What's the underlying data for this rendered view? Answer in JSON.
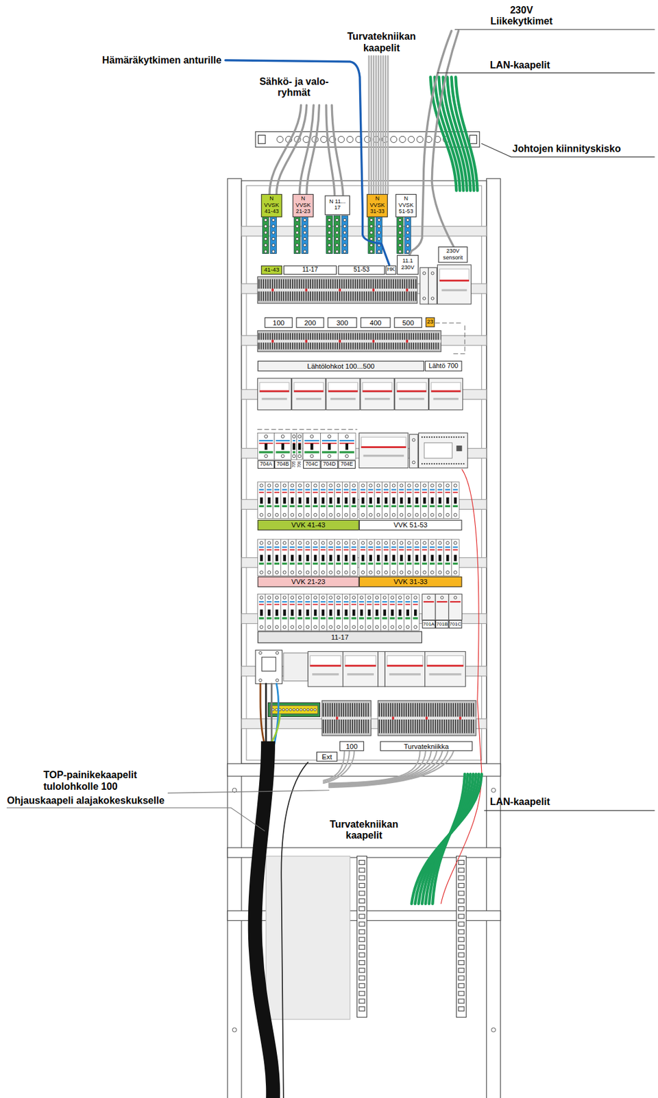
{
  "diagram": {
    "nodes": [
      {
        "text": [
          "N VVSK 41-43"
        ]
      },
      {
        "text": [
          "N VVSK 21-23"
        ]
      },
      {
        "text": [
          "N 11... 17"
        ]
      },
      {
        "text": [
          "N VVSK 31-33"
        ]
      },
      {
        "text": [
          "N VVSK 51-53"
        ]
      },
      {
        "text": [
          "230V sensorit"
        ]
      },
      {
        "text": [
          "11.1 230V"
        ]
      },
      {
        "text": [
          "41-43"
        ]
      },
      {
        "text": [
          "11-17"
        ]
      },
      {
        "text": [
          "51-53"
        ]
      },
      {
        "text": [
          "HK"
        ]
      },
      {
        "text": [
          "100"
        ]
      },
      {
        "text": [
          "200"
        ]
      },
      {
        "text": [
          "300"
        ]
      },
      {
        "text": [
          "400"
        ]
      },
      {
        "text": [
          "500"
        ]
      },
      {
        "text": [
          "23"
        ]
      },
      {
        "text": [
          "Lähtölohkot 100...500"
        ]
      },
      {
        "text": [
          "Lähtö 700"
        ]
      },
      {
        "text": [
          "704A"
        ]
      },
      {
        "text": [
          "704B"
        ]
      },
      {
        "text": [
          "704C"
        ]
      },
      {
        "text": [
          "704D"
        ]
      },
      {
        "text": [
          "704E"
        ]
      },
      {
        "text": [
          "VVK 41-43"
        ]
      },
      {
        "text": [
          "VVK 51-53"
        ]
      },
      {
        "text": [
          "VVK 21-23"
        ]
      },
      {
        "text": [
          "VVK 31-33"
        ]
      },
      {
        "text": [
          "701A"
        ]
      },
      {
        "text": [
          "701B"
        ]
      },
      {
        "text": [
          "701C"
        ]
      },
      {
        "text": [
          "11-17"
        ]
      },
      {
        "text": [
          "100"
        ]
      },
      {
        "text": [
          "Turvatekniikka"
        ]
      },
      {
        "text": [
          "Ext"
        ]
      }
    ],
    "labels": [
      "230V Liikekytkimet",
      "Turvatekniikan kaapelit",
      "Hämäräkytkimen anturille",
      "LAN-kaapelit",
      "Sähkö- ja valo- ryhmät",
      "Johtojen kiinnityskisko",
      "TOP-painikekaapelit tulolohkolle 100",
      "Ohjauskaapeli alajakokeskukselle",
      "Turvatekniikan kaapelit",
      "LAN-kaapelit",
      "705",
      "706"
    ]
  }
}
